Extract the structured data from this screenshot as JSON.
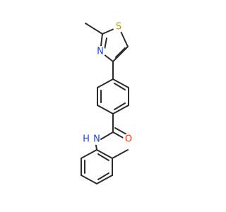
{
  "molecule": {
    "atoms": {
      "sulfur": "S",
      "thiazole_nitrogen": "N",
      "amide_nitrogen": "N",
      "amide_hydrogen": "H",
      "carbonyl_oxygen": "O"
    }
  },
  "colors": {
    "bond": "#2b2b2b",
    "sulfur": "#b59a00",
    "nitrogen": "#1f3fd8",
    "oxygen": "#ff2a00",
    "background": "#ffffff"
  }
}
